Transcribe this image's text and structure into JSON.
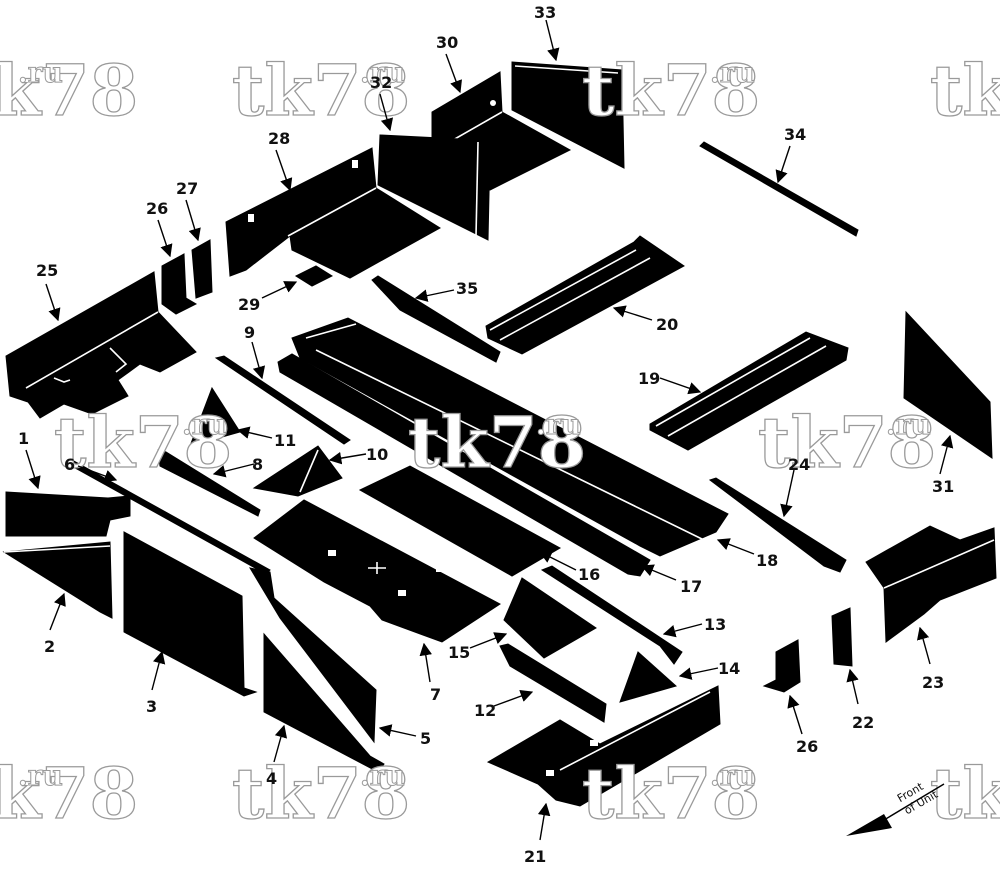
{
  "callouts": [
    "1",
    "2",
    "3",
    "4",
    "5",
    "6",
    "7",
    "8",
    "9",
    "10",
    "11",
    "12",
    "13",
    "14",
    "15",
    "16",
    "17",
    "18",
    "19",
    "20",
    "21",
    "22",
    "23",
    "24",
    "25",
    "26",
    "26",
    "27",
    "28",
    "29",
    "30",
    "31",
    "32",
    "33",
    "34",
    "35"
  ],
  "watermark": {
    "main": "tk78",
    "suffix": ".ru"
  },
  "front_indicator": {
    "line1": "Front",
    "line2": "of Unit"
  },
  "colors": {
    "part": "#000000",
    "watermark_outline": "#9a9a9a",
    "background": "#ffffff"
  }
}
